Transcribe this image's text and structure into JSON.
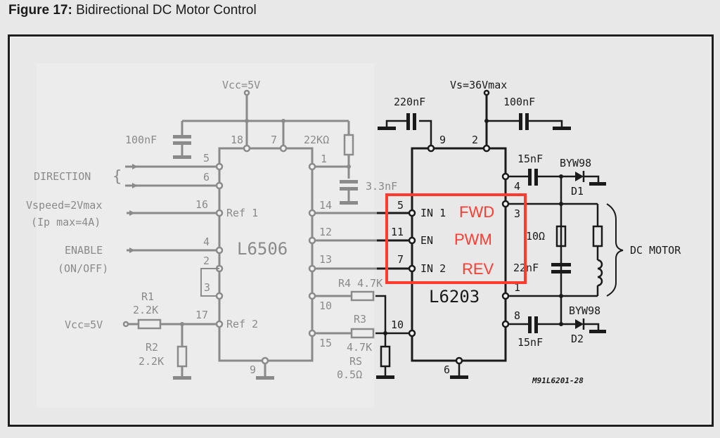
{
  "figure": {
    "title_bold": "Figure 17:",
    "title_rest": " Bidirectional DC Motor Control",
    "ref_code": "M91L6201-28"
  },
  "l6506": {
    "name": "L6506",
    "supply": "Vcc=5V",
    "decoupling_cap": "100nF",
    "timing_resistor": "22KΩ",
    "timing_cap": "3.3nF",
    "pins": {
      "p5": "5",
      "p6": "6",
      "p16": "16",
      "p4": "4",
      "p2": "2",
      "p3": "3",
      "p17": "17",
      "p18": "18",
      "p7": "7",
      "p1": "1",
      "p14": "14",
      "p12": "12",
      "p13": "13",
      "p10": "10",
      "p15": "15",
      "p9": "9"
    },
    "internal_labels": {
      "ref1": "Ref 1",
      "ref2": "Ref 2"
    },
    "inputs": {
      "direction": "DIRECTION",
      "vspeed": "Vspeed=2Vmax",
      "ip_max": "(Ip max=4A)",
      "enable": "ENABLE",
      "enable_sub": "(ON/OFF)",
      "vcc_ref": "Vcc=5V"
    },
    "divider": {
      "r1_name": "R1",
      "r1_value": "2.2K",
      "r2_name": "R2",
      "r2_value": "2.2K"
    },
    "sense": {
      "r4": "R4  4.7K",
      "r3_name": "R3",
      "r3_value": "4.7K",
      "rs_name": "RS",
      "rs_value": "0.5Ω"
    }
  },
  "l6203": {
    "name": "L6203",
    "supply": "Vs=36Vmax",
    "cap_left": "220nF",
    "cap_right": "100nF",
    "pins": {
      "p9": "9",
      "p2": "2",
      "p4": "4",
      "p3": "3",
      "p5": "5",
      "p11": "11",
      "p7": "7",
      "p1": "1",
      "p8": "8",
      "p10": "10",
      "p6": "6"
    },
    "internal_labels": {
      "in1": "IN 1",
      "en": "EN",
      "in2": "IN 2"
    },
    "bootstrap_cap_top": "15nF",
    "bootstrap_cap_bottom": "15nF",
    "diode_top": "BYW98",
    "diode_top_ref": "D1",
    "diode_bottom": "BYW98",
    "diode_bottom_ref": "D2",
    "snubber_r": "10Ω",
    "snubber_c": "22nF",
    "load": "DC MOTOR"
  },
  "annotations": {
    "highlight_color": "#ff3b30",
    "fwd": "FWD",
    "pwm": "PWM",
    "rev": "REV"
  }
}
